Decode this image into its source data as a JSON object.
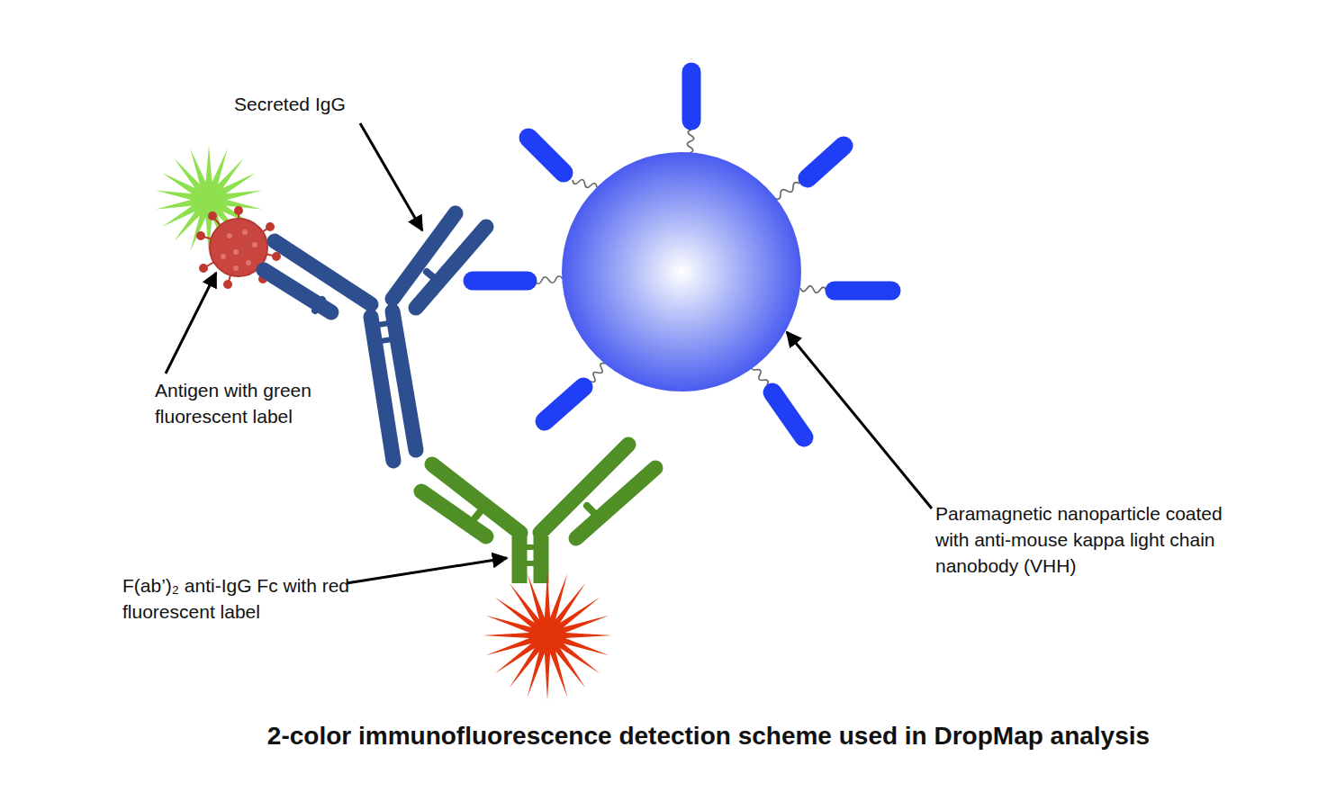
{
  "diagram": {
    "caption": "2-color immunofluorescence detection scheme used in DropMap analysis",
    "labels": [
      "Secreted IgG",
      "Antigen with green fluorescent label",
      "F(ab’)₂ anti-IgG Fc with red fluorescent label",
      "Paramagnetic nanoparticle coated with anti-mouse kappa light chain nanobody (VHH)"
    ]
  }
}
